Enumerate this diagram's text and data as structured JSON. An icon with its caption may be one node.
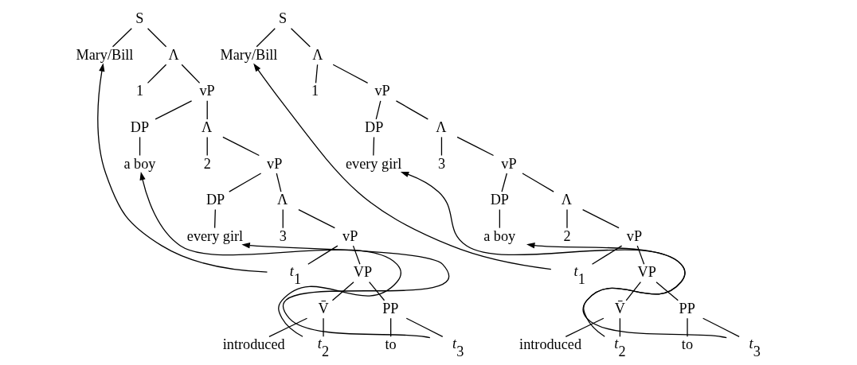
{
  "diagram": {
    "nodes": [
      {
        "text": [
          "S"
        ]
      },
      {
        "text": [
          "Mary/Bill"
        ]
      },
      {
        "text": [
          "Λ"
        ]
      },
      {
        "text": [
          "1"
        ]
      },
      {
        "text": [
          "vP"
        ]
      },
      {
        "text": [
          "DP"
        ]
      },
      {
        "text": [
          "Λ"
        ]
      },
      {
        "text": [
          "a boy"
        ]
      },
      {
        "text": [
          "2"
        ]
      },
      {
        "text": [
          "vP"
        ]
      },
      {
        "text": [
          "DP"
        ]
      },
      {
        "text": [
          "Λ"
        ]
      },
      {
        "text": [
          "every girl"
        ]
      },
      {
        "text": [
          "3"
        ]
      },
      {
        "text": [
          "vP"
        ]
      },
      {
        "text": [
          "*t*$_{1}$"
        ]
      },
      {
        "text": [
          "VP"
        ]
      },
      {
        "text": [
          "V̄"
        ]
      },
      {
        "text": [
          "PP"
        ]
      },
      {
        "text": [
          "introduced"
        ]
      },
      {
        "text": [
          "*t*$_{2}$"
        ]
      },
      {
        "text": [
          "to"
        ]
      },
      {
        "text": [
          "*t*$_{3}$"
        ]
      },
      {
        "text": [
          "S"
        ]
      },
      {
        "text": [
          "Mary/Bill"
        ]
      },
      {
        "text": [
          "Λ"
        ]
      },
      {
        "text": [
          "1"
        ]
      },
      {
        "text": [
          "vP"
        ]
      },
      {
        "text": [
          "DP"
        ]
      },
      {
        "text": [
          "Λ"
        ]
      },
      {
        "text": [
          "every girl"
        ]
      },
      {
        "text": [
          "3"
        ]
      },
      {
        "text": [
          "vP"
        ]
      },
      {
        "text": [
          "DP"
        ]
      },
      {
        "text": [
          "Λ"
        ]
      },
      {
        "text": [
          "a boy"
        ]
      },
      {
        "text": [
          "2"
        ]
      },
      {
        "text": [
          "vP"
        ]
      },
      {
        "text": [
          "*t*$_{1}$"
        ]
      },
      {
        "text": [
          "VP"
        ]
      },
      {
        "text": [
          "V̄"
        ]
      },
      {
        "text": [
          "PP"
        ]
      },
      {
        "text": [
          "introduced"
        ]
      },
      {
        "text": [
          "*t*$_{2}$"
        ]
      },
      {
        "text": [
          "to"
        ]
      },
      {
        "text": [
          "*t*$_{3}$"
        ]
      }
    ],
    "edges": [
      {
        "from": 0,
        "to": 1,
        "arrow": "none"
      },
      {
        "from": 0,
        "to": 2,
        "arrow": "none"
      },
      {
        "from": 2,
        "to": 3,
        "arrow": "none"
      },
      {
        "from": 2,
        "to": 4,
        "arrow": "none"
      },
      {
        "from": 4,
        "to": 5,
        "arrow": "none"
      },
      {
        "from": 4,
        "to": 6,
        "arrow": "none"
      },
      {
        "from": 5,
        "to": 7,
        "arrow": "none"
      },
      {
        "from": 6,
        "to": 8,
        "arrow": "none"
      },
      {
        "from": 6,
        "to": 9,
        "arrow": "none"
      },
      {
        "from": 9,
        "to": 10,
        "arrow": "none"
      },
      {
        "from": 9,
        "to": 11,
        "arrow": "none"
      },
      {
        "from": 10,
        "to": 12,
        "arrow": "none"
      },
      {
        "from": 11,
        "to": 13,
        "arrow": "none"
      },
      {
        "from": 11,
        "to": 14,
        "arrow": "none"
      },
      {
        "from": 14,
        "to": 15,
        "arrow": "none"
      },
      {
        "from": 14,
        "to": 16,
        "arrow": "none"
      },
      {
        "from": 16,
        "to": 17,
        "arrow": "none"
      },
      {
        "from": 16,
        "to": 18,
        "arrow": "none"
      },
      {
        "from": 17,
        "to": 19,
        "arrow": "none"
      },
      {
        "from": 17,
        "to": 20,
        "arrow": "none"
      },
      {
        "from": 18,
        "to": 21,
        "arrow": "none"
      },
      {
        "from": 18,
        "to": 22,
        "arrow": "none"
      },
      {
        "from": 15,
        "to": 1,
        "arrow": "to"
      },
      {
        "from": 20,
        "to": 7,
        "arrow": "to"
      },
      {
        "from": 22,
        "to": 12,
        "arrow": "to"
      },
      {
        "from": 23,
        "to": 24,
        "arrow": "none"
      },
      {
        "from": 23,
        "to": 25,
        "arrow": "none"
      },
      {
        "from": 25,
        "to": 26,
        "arrow": "none"
      },
      {
        "from": 25,
        "to": 27,
        "arrow": "none"
      },
      {
        "from": 27,
        "to": 28,
        "arrow": "none"
      },
      {
        "from": 27,
        "to": 29,
        "arrow": "none"
      },
      {
        "from": 28,
        "to": 30,
        "arrow": "none"
      },
      {
        "from": 29,
        "to": 31,
        "arrow": "none"
      },
      {
        "from": 29,
        "to": 32,
        "arrow": "none"
      },
      {
        "from": 32,
        "to": 33,
        "arrow": "none"
      },
      {
        "from": 32,
        "to": 34,
        "arrow": "none"
      },
      {
        "from": 33,
        "to": 35,
        "arrow": "none"
      },
      {
        "from": 34,
        "to": 36,
        "arrow": "none"
      },
      {
        "from": 34,
        "to": 37,
        "arrow": "none"
      },
      {
        "from": 37,
        "to": 38,
        "arrow": "none"
      },
      {
        "from": 37,
        "to": 39,
        "arrow": "none"
      },
      {
        "from": 39,
        "to": 40,
        "arrow": "none"
      },
      {
        "from": 39,
        "to": 41,
        "arrow": "none"
      },
      {
        "from": 40,
        "to": 42,
        "arrow": "none"
      },
      {
        "from": 40,
        "to": 43,
        "arrow": "none"
      },
      {
        "from": 41,
        "to": 44,
        "arrow": "none"
      },
      {
        "from": 41,
        "to": 45,
        "arrow": "none"
      },
      {
        "from": 38,
        "to": 24,
        "arrow": "to"
      },
      {
        "from": 43,
        "to": 35,
        "arrow": "to"
      },
      {
        "from": 45,
        "to": 30,
        "arrow": "to"
      }
    ]
  }
}
